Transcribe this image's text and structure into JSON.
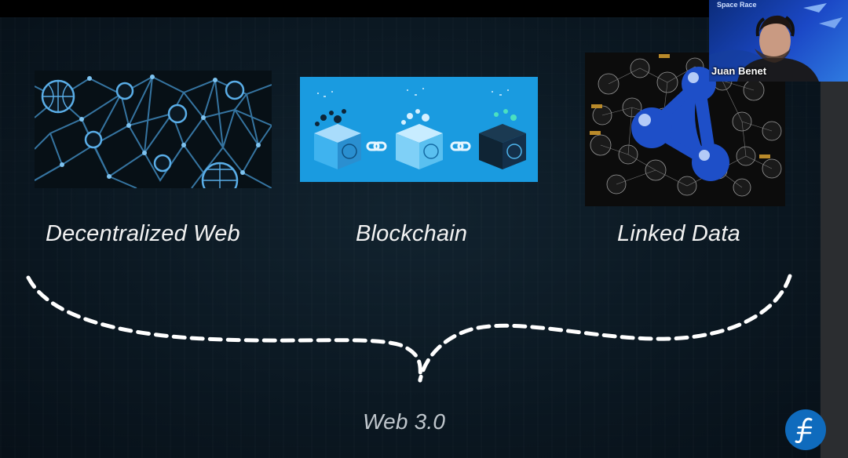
{
  "slide": {
    "items": [
      {
        "label": "Decentralized Web"
      },
      {
        "label": "Blockchain"
      },
      {
        "label": "Linked Data"
      }
    ],
    "result": {
      "label": "Web 3.0"
    }
  },
  "webcam": {
    "brand": "Space Race",
    "speaker_name": "Juan Benet"
  },
  "colors": {
    "background": "#0b1822",
    "accent": "#1a9be0",
    "linked_data_blue": "#1e4fc8",
    "logo": "#0f6bbd"
  },
  "icons": {
    "logo": "filecoin-logo-icon"
  }
}
